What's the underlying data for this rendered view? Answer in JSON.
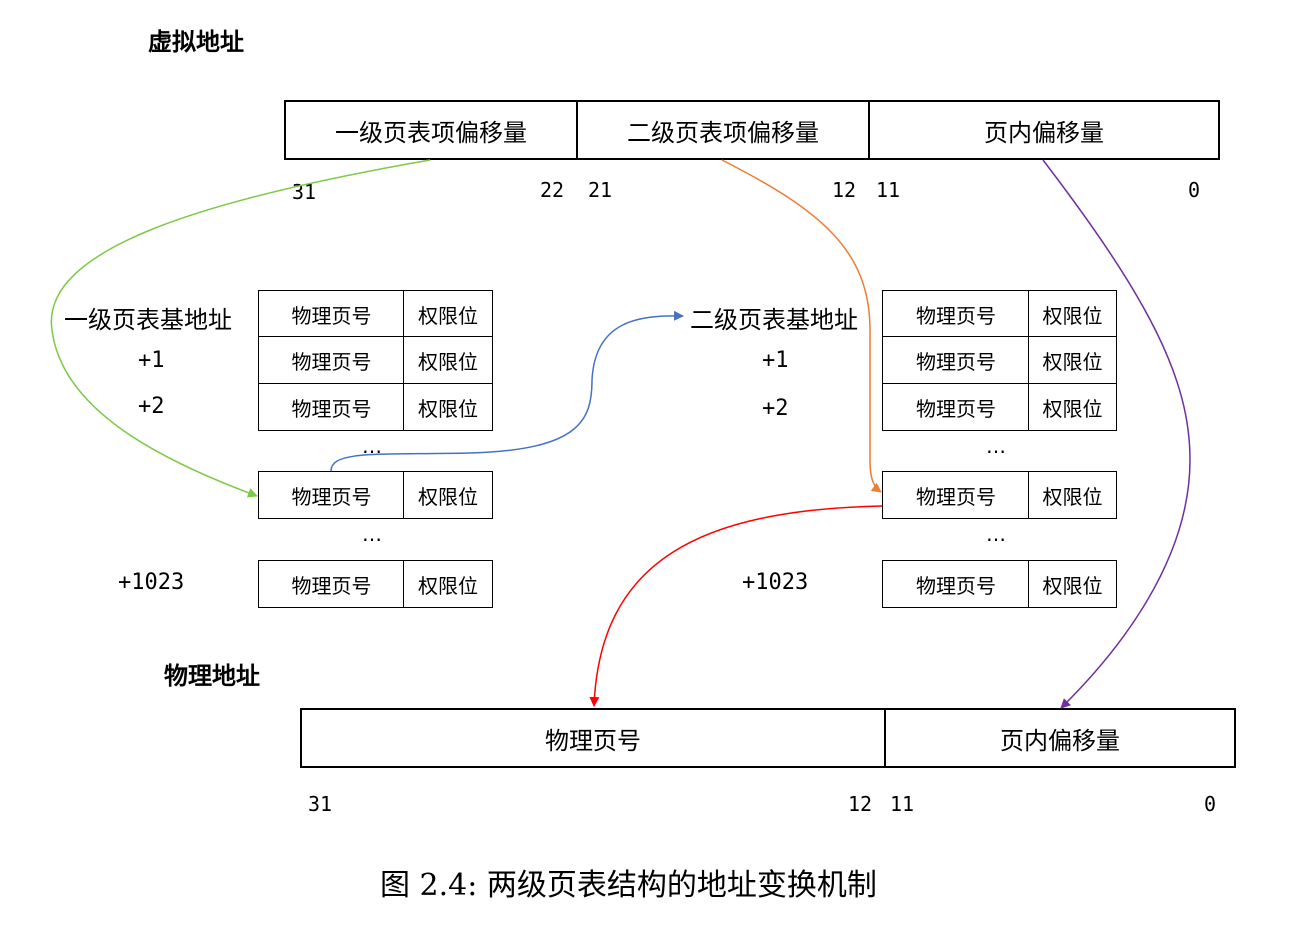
{
  "titles": {
    "virtual": "虚拟地址",
    "physical": "物理地址"
  },
  "virtual_fields": [
    "一级页表项偏移量",
    "二级页表项偏移量",
    "页内偏移量"
  ],
  "virtual_bits": [
    "31",
    "22",
    "21",
    "12",
    "11",
    "0"
  ],
  "table1": {
    "base_label": "一级页表基地址",
    "offsets": [
      "+1",
      "+2",
      "+1023"
    ]
  },
  "table2": {
    "base_label": "二级页表基地址",
    "offsets": [
      "+1",
      "+2",
      "+1023"
    ]
  },
  "entry": {
    "ppn": "物理页号",
    "perm": "权限位"
  },
  "ellipsis": "…",
  "physical_fields": [
    "物理页号",
    "页内偏移量"
  ],
  "physical_bits": [
    "31",
    "12",
    "11",
    "0"
  ],
  "arrow_colors": {
    "green": "#7dc943",
    "orange": "#ed7d31",
    "blue": "#4472c4",
    "red": "#ff0000",
    "purple": "#7030a0"
  },
  "caption": "图 2.4: 两级页表结构的地址变换机制"
}
